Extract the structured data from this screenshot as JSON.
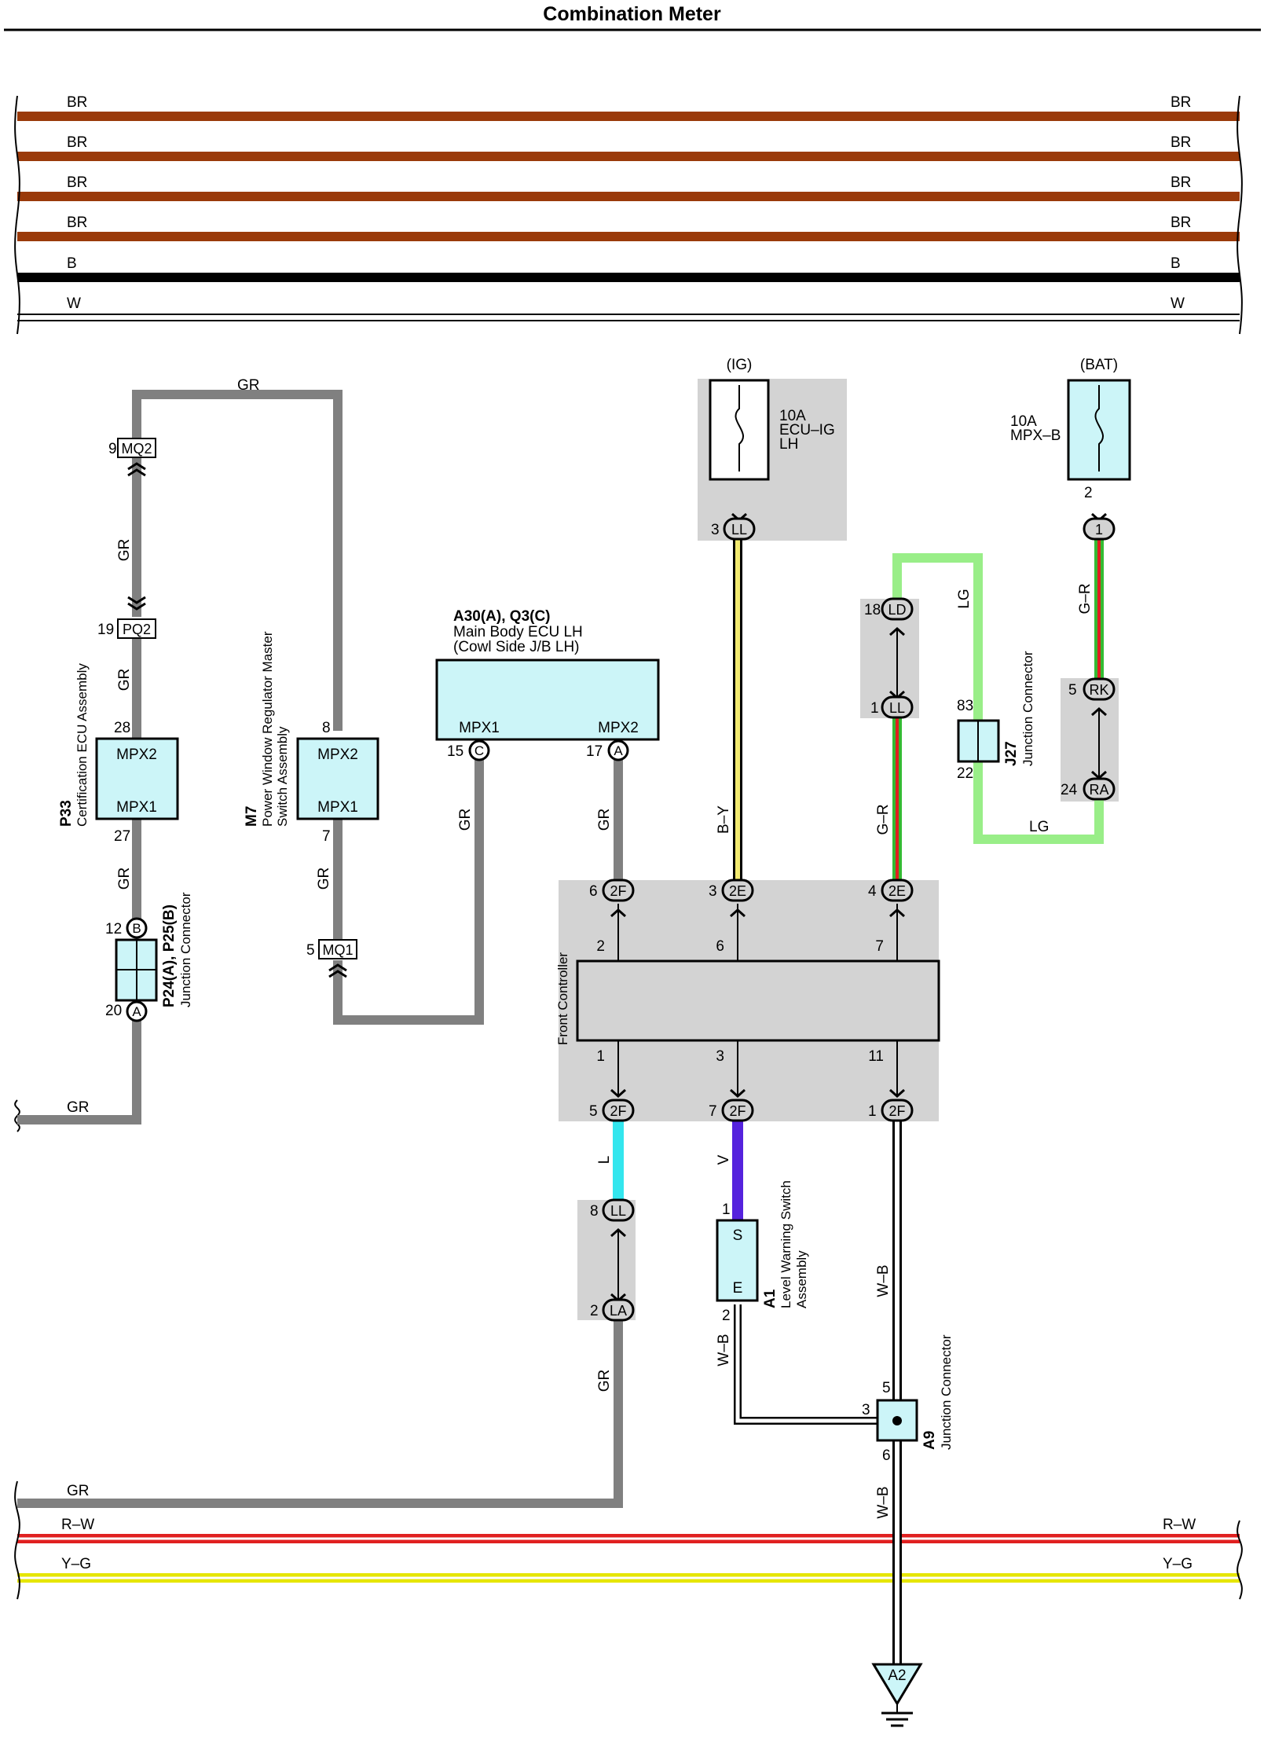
{
  "title": "Combination Meter",
  "buses_top": [
    {
      "label": "BR",
      "color": "#9a3a0a"
    },
    {
      "label": "BR",
      "color": "#9a3a0a"
    },
    {
      "label": "BR",
      "color": "#9a3a0a"
    },
    {
      "label": "BR",
      "color": "#9a3a0a"
    },
    {
      "label": "B",
      "color": "#000000"
    },
    {
      "label": "W",
      "color": "#ffffff"
    }
  ],
  "buses_bottom": [
    {
      "label": "GR",
      "color": "#808080"
    },
    {
      "label": "R–W",
      "color": "#e02020"
    },
    {
      "label": "Y–G",
      "color": "#e6e600"
    }
  ],
  "wire_colors": {
    "GR": "#808080",
    "LG": "#99ee88",
    "L": "#33e6ee",
    "V": "#5522dd",
    "Y": "#f2ea70",
    "R": "#e02020",
    "G": "#33bb33",
    "component": "#ccf5f8",
    "shade": "#d3d3d3"
  },
  "wires": {
    "gr": "GR",
    "by": "B–Y",
    "gr2": "G–R",
    "lg": "LG",
    "l": "L",
    "v": "V",
    "wb": "W–B"
  },
  "sources": {
    "ig": "(IG)",
    "bat": "(BAT)"
  },
  "fuse_ig": {
    "rating": "10A",
    "line1": "ECU–IG",
    "line2": "LH"
  },
  "fuse_bat": {
    "rating": "10A",
    "line1": "MPX–B"
  },
  "p33": {
    "code": "P33",
    "name": "Certification ECU Assembly",
    "pin_top": "MPX2",
    "pin_bot": "MPX1",
    "pin_top_num": "28",
    "pin_bot_num": "27"
  },
  "m7": {
    "code": "M7",
    "name1": "Power Window Regulator Master",
    "name2": "Switch Assembly",
    "pin_top": "MPX2",
    "pin_bot": "MPX1",
    "pin_top_num": "8",
    "pin_bot_num": "7"
  },
  "a30": {
    "code": "A30(A), Q3(C)",
    "name1": "Main Body ECU LH",
    "name2": "(Cowl Side J/B LH)",
    "pin_left": "MPX1",
    "pin_right": "MPX2",
    "pin_left_num": "15",
    "pin_right_num": "17",
    "conn_left": "C",
    "conn_right": "A"
  },
  "p24": {
    "code": "P24(A), P25(B)",
    "name": "Junction Connector",
    "top_num": "12",
    "top_conn": "B",
    "bot_num": "20",
    "bot_conn": "A"
  },
  "connectors": {
    "mq2": "MQ2",
    "mq2_num": "9",
    "pq2": "PQ2",
    "pq2_num": "19",
    "mq1": "MQ1",
    "mq1_num": "5",
    "ll_ig": "LL",
    "ll_ig_num": "3",
    "fuse_bat_num": "2",
    "bat_conn": "1",
    "ld": "LD",
    "ld_num": "18",
    "ll2": "LL",
    "ll2_num": "1",
    "rk": "RK",
    "rk_num": "5",
    "ra": "RA",
    "ra_num": "24",
    "ll3": "LL",
    "ll3_num": "8",
    "la": "LA",
    "la_num": "2"
  },
  "j27": {
    "code": "J27",
    "name": "Junction Connector",
    "top_num": "83",
    "bot_num": "22"
  },
  "front": {
    "name": "Front Controller",
    "top": [
      {
        "conn": "2F",
        "num": "6",
        "pin": "2"
      },
      {
        "conn": "2E",
        "num": "3",
        "pin": "6"
      },
      {
        "conn": "2E",
        "num": "4",
        "pin": "7"
      }
    ],
    "bot": [
      {
        "conn": "2F",
        "num": "5",
        "pin": "1"
      },
      {
        "conn": "2F",
        "num": "7",
        "pin": "3"
      },
      {
        "conn": "2F",
        "num": "1",
        "pin": "11"
      }
    ]
  },
  "a1": {
    "code": "A1",
    "name1": "Level Warning Switch",
    "name2": "Assembly",
    "pin_top": "S",
    "pin_bot": "E",
    "top_num": "1",
    "bot_num": "2"
  },
  "a9": {
    "code": "A9",
    "name": "Junction Connector",
    "top_num": "5",
    "left_num": "3",
    "bot_num": "6"
  },
  "ground": "A2"
}
